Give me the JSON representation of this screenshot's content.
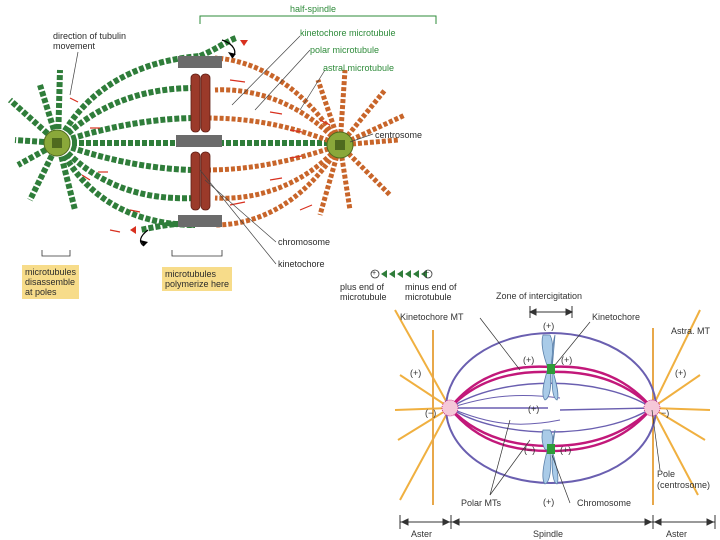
{
  "top": {
    "half_spindle": "half-spindle",
    "direction_of_tubulin": "direction of tubulin",
    "movement": "movement",
    "kinetochore_microtubule": "kinetochore microtubule",
    "polar_microtubule": "polar microtubule",
    "astral_microtubule": "astral microtubule",
    "centrosome": "centrosome",
    "chromosome": "chromosome",
    "kinetochore": "kinetochore",
    "box_left": [
      "microtubules",
      "disassemble",
      "at poles"
    ],
    "box_mid": [
      "microtubules",
      "polymerize here"
    ],
    "legend_plus": [
      "plus end of",
      "microtubule"
    ],
    "legend_minus": [
      "minus end of",
      "microtubule"
    ],
    "legend_plus_sym": "+",
    "legend_minus_sym": "−"
  },
  "bottom": {
    "zone": "Zone of intercigitation",
    "kinetochore_mt": "Kinetochore MT",
    "kinetochore": "Kinetochore",
    "astral_mt": "Astra. MT",
    "plus": "(+)",
    "minus": "(−)",
    "plus_left": "(+)",
    "plus_right": "(+)",
    "plus_center": "(+)",
    "minus_left": "(−)",
    "minus_right": "−)",
    "pole": "Pole",
    "pole_centrosome": "(centrosome)",
    "polar_mts": "Polar MTs",
    "chromosome": "Chromosome",
    "aster_left": "Aster",
    "spindle": "Spindle",
    "aster_right": "Aster"
  },
  "colors": {
    "green_mt": "#2f7d3a",
    "orange_mt": "#c8652a",
    "chromosome_red": "#9b3a2a",
    "centrosome_green": "#8aa83a",
    "label_box": "#f7dc8a",
    "spindle_purple": "#6a5fb0",
    "kinetochore_mt_magenta": "#c2187a",
    "aster_orange": "#f0b040",
    "chromosome_blue": "#a9cbe8"
  }
}
